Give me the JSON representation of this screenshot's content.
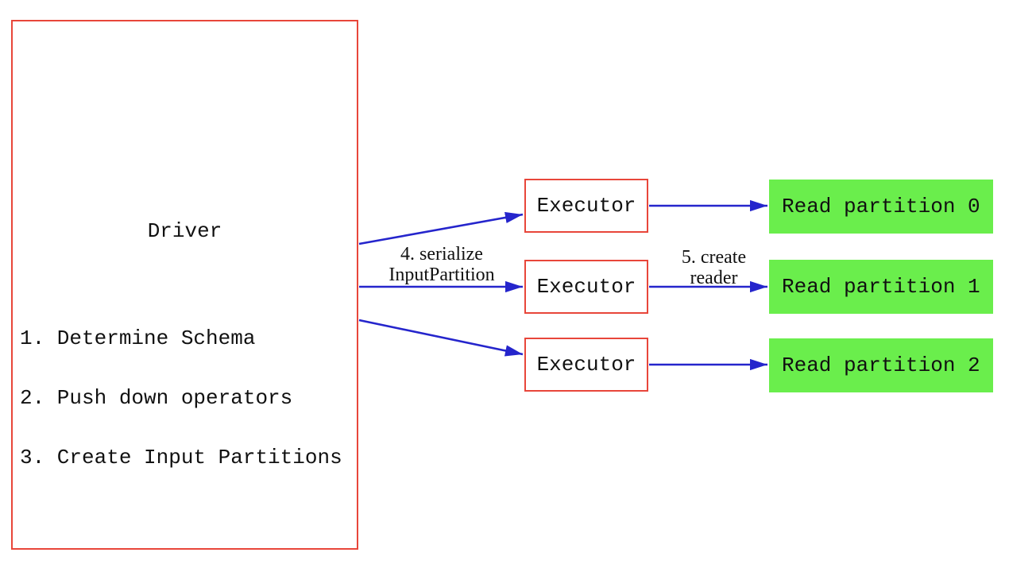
{
  "diagram": {
    "driver": {
      "title": "Driver",
      "steps": [
        "1. Determine Schema",
        "2. Push down operators",
        "3. Create Input Partitions"
      ]
    },
    "executors": [
      {
        "label": "Executor"
      },
      {
        "label": "Executor"
      },
      {
        "label": "Executor"
      }
    ],
    "partitions": [
      {
        "label": "Read partition 0"
      },
      {
        "label": "Read partition 1"
      },
      {
        "label": "Read partition 2"
      }
    ],
    "edge_labels": {
      "serialize": {
        "line1": "4. serialize",
        "line2": "InputPartition"
      },
      "create_reader": {
        "line1": "5. create",
        "line2": "reader"
      }
    },
    "colors": {
      "box_border_red": "#e8463a",
      "partition_green": "#6aee4c",
      "arrow_blue": "#2525cc",
      "text_black": "#111111",
      "background": "#ffffff"
    }
  }
}
